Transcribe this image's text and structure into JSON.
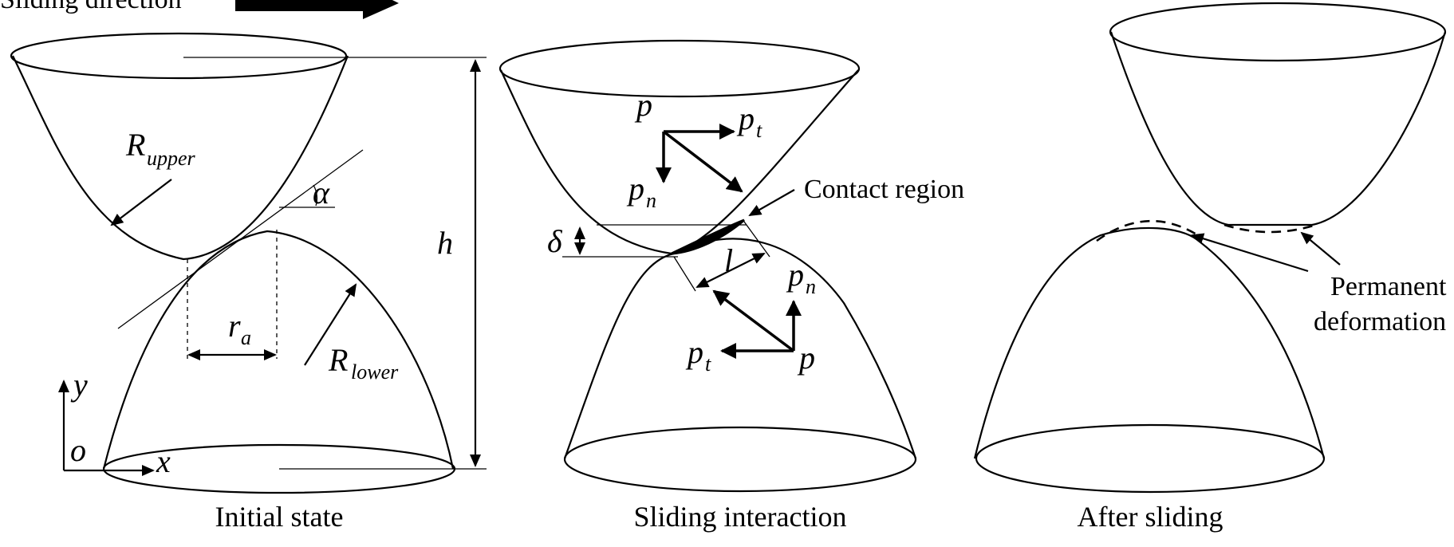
{
  "header": {
    "sliding_direction": "Sliding direction"
  },
  "panels": [
    {
      "caption": "Initial state"
    },
    {
      "caption": "Sliding interaction"
    },
    {
      "caption": "After sliding"
    }
  ],
  "symbols": {
    "R": "R",
    "upper": "upper",
    "lower": "lower",
    "alpha": "α",
    "h": "h",
    "r": "r",
    "a": "a",
    "y": "y",
    "o": "o",
    "x": "x",
    "p": "p",
    "t": "t",
    "n": "n",
    "delta": "δ",
    "l": "l"
  },
  "labels": {
    "contact_region": "Contact region",
    "permanent": "Permanent",
    "deformation": "deformation"
  }
}
